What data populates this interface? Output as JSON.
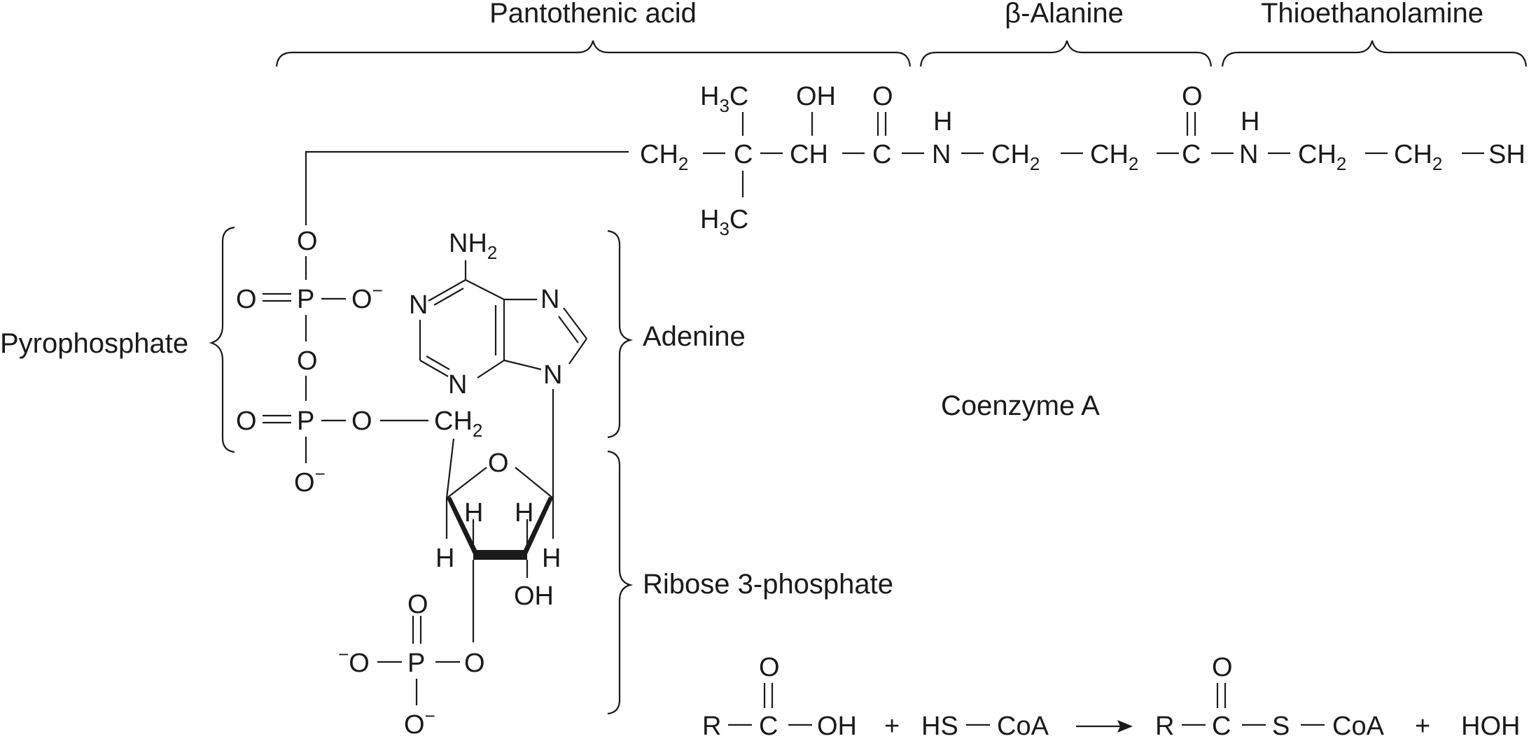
{
  "groups": {
    "pantothenic": "Pantothenic acid",
    "beta_alanine": "β-Alanine",
    "thioethanolamine": "Thioethanolamine",
    "pyrophosphate": "Pyrophosphate",
    "adenine": "Adenine",
    "ribose": "Ribose 3-phosphate"
  },
  "title": "Coenzyme A",
  "atoms": {
    "H": "H",
    "C": "C",
    "N": "N",
    "O": "O",
    "P": "P",
    "S": "S",
    "OH": "OH",
    "CH": "CH",
    "CH2": "CH",
    "SH": "SH",
    "R": "R",
    "HS": "HS",
    "CoA": "CoA",
    "HOH": "HOH",
    "NH2": "NH",
    "H3C": "H",
    "two": "2",
    "three": "3",
    "minus": "−",
    "plus": "+",
    "O_minus": "O",
    "Ominus_left": "O"
  }
}
